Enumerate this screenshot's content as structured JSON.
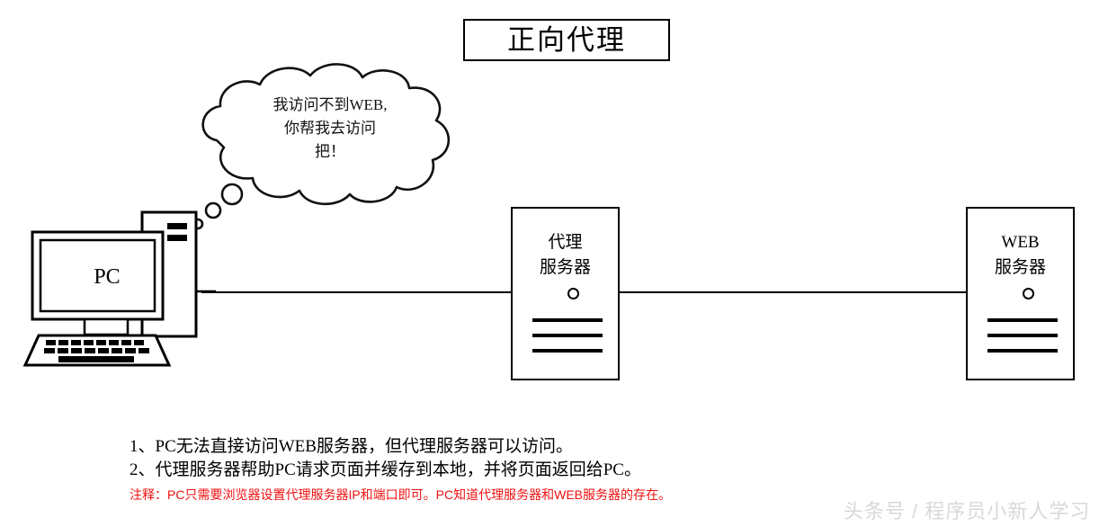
{
  "title": {
    "text": "正向代理"
  },
  "bubble": {
    "lines": [
      "我访问不到WEB,",
      "你帮我去访问",
      "把！"
    ],
    "line1": "我访问不到WEB,",
    "line2": "你帮我去访问",
    "line3": "把！"
  },
  "nodes": {
    "pc": {
      "label": "PC"
    },
    "proxy": {
      "line1": "代理",
      "line2": "服务器"
    },
    "web": {
      "line1": "WEB",
      "line2": "服务器"
    }
  },
  "captions": {
    "item1": "1、PC无法直接访问WEB服务器，但代理服务器可以访问。",
    "item2": "2、代理服务器帮助PC请求页面并缓存到本地，并将页面返回给PC。",
    "note": "注释：PC只需要浏览器设置代理服务器IP和端口即可。PC知道代理服务器和WEB服务器的存在。"
  },
  "watermark": {
    "text": "头条号 / 程序员小新人学习"
  },
  "colors": {
    "stroke": "#000000",
    "background": "#ffffff",
    "note": "#ee1111",
    "watermark": "#d8d8d8"
  }
}
